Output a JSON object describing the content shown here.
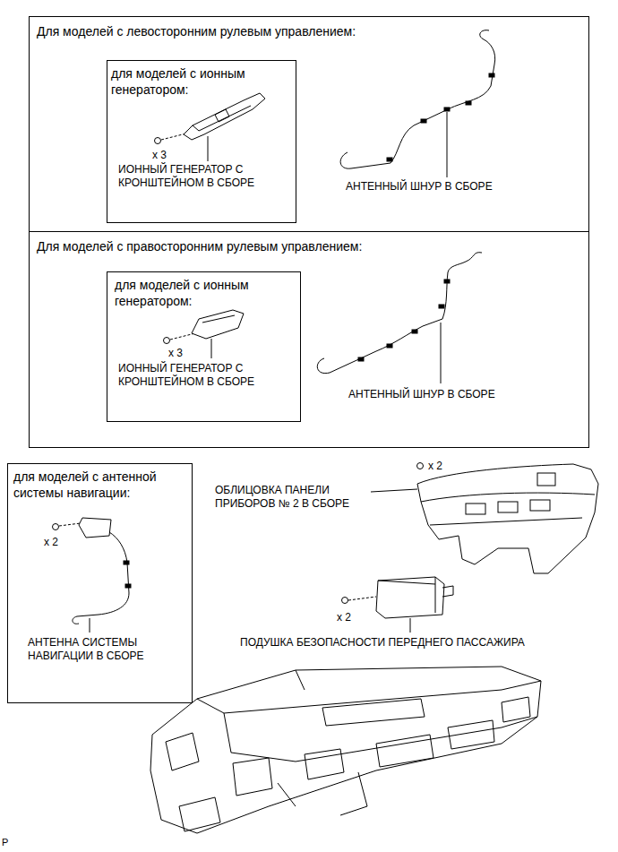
{
  "diagram": {
    "nodes": [
      {
        "text": [
          "Для моделей с левосторонним рулевым управлением:",
          "АНТЕННЫЙ ШНУР В СБОРЕ"
        ]
      },
      {
        "text": [
          "для моделей с ионным генератором:",
          "x 3",
          "ИОННЫЙ ГЕНЕРАТОР С КРОНШТЕЙНОМ В СБОРЕ"
        ],
        "in": 0
      },
      {
        "text": [
          "Для моделей с правосторонним рулевым управлением:",
          "АНТЕННЫЙ ШНУР В СБОРЕ"
        ]
      },
      {
        "text": [
          "для моделей с ионным генератором:",
          "x 3",
          "ИОННЫЙ ГЕНЕРАТОР С КРОНШТЕЙНОМ В СБОРЕ"
        ],
        "in": 2
      },
      {
        "text": [
          "для моделей с антенной системы навигации:",
          "x 2",
          "АНТЕННА СИСТЕМЫ НАВИГАЦИИ В СБОРЕ"
        ]
      }
    ],
    "labels": [
      "x 2",
      "ОБЛИЦОВКА ПАНЕЛИ ПРИБОРОВ № 2 В СБОРЕ",
      "x 2",
      "ПОДУШКА БЕЗОПАСНОСТИ ПЕРЕДНЕГО ПАССАЖИРА",
      "P"
    ]
  }
}
